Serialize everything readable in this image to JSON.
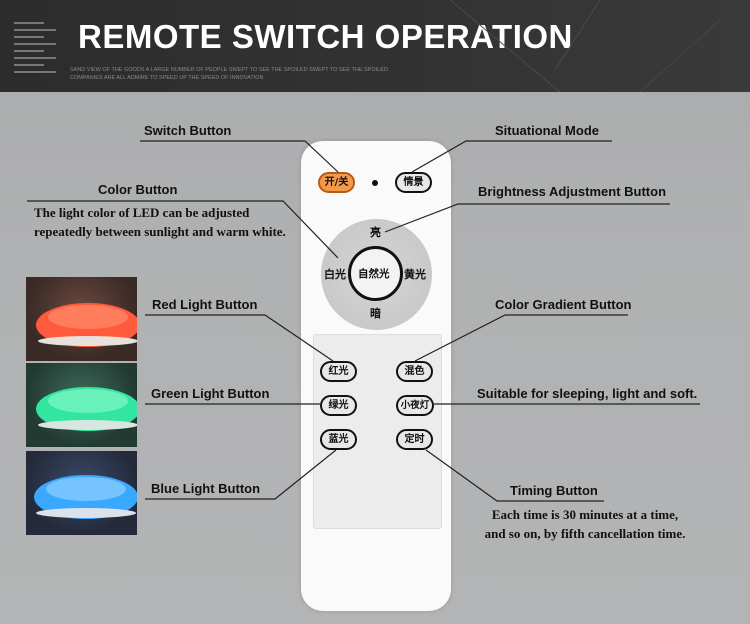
{
  "header": {
    "title": "REMOTE SWITCH OPERATION",
    "subtitle_line1": "SAND VIEW OF THE GOODS A LARGE NUMBER OF PEOPLE SWEPT TO SEE THE SPOILED   SWEPT TO SEE THE SPOILED",
    "subtitle_line2": "COMPANIES ARE ALL ADMIRE TO SPEED UP THE SPEED OF INNOVATION"
  },
  "callouts": {
    "switch_button": "Switch Button",
    "situational_mode": "Situational Mode",
    "color_button": "Color Button",
    "color_button_desc_1": "The light color of LED can be adjusted",
    "color_button_desc_2": "repeatedly between sunlight and warm white.",
    "brightness_button": "Brightness Adjustment Button",
    "red_light_button": "Red Light Button",
    "color_gradient_button": "Color Gradient Button",
    "green_light_button": "Green Light Button",
    "sleep_desc": "Suitable for sleeping, light and soft.",
    "blue_light_button": "Blue Light Button",
    "timing_button": "Timing Button",
    "timing_desc_1": "Each time is 30 minutes at a time,",
    "timing_desc_2": "and so on, by fifth cancellation time."
  },
  "remote": {
    "power": "开/关",
    "scene": "情景",
    "bright": "亮",
    "dim": "暗",
    "white": "白光",
    "yellow": "黄光",
    "natural": "自然光",
    "red": "红光",
    "green": "绿光",
    "blue": "蓝光",
    "mix": "混色",
    "night": "小夜灯",
    "timer": "定时"
  },
  "colors": {
    "power_button": "#f2994a",
    "red_lamp": "#ff5a3c",
    "green_lamp": "#33e6a0",
    "blue_lamp": "#3aa8ff"
  }
}
